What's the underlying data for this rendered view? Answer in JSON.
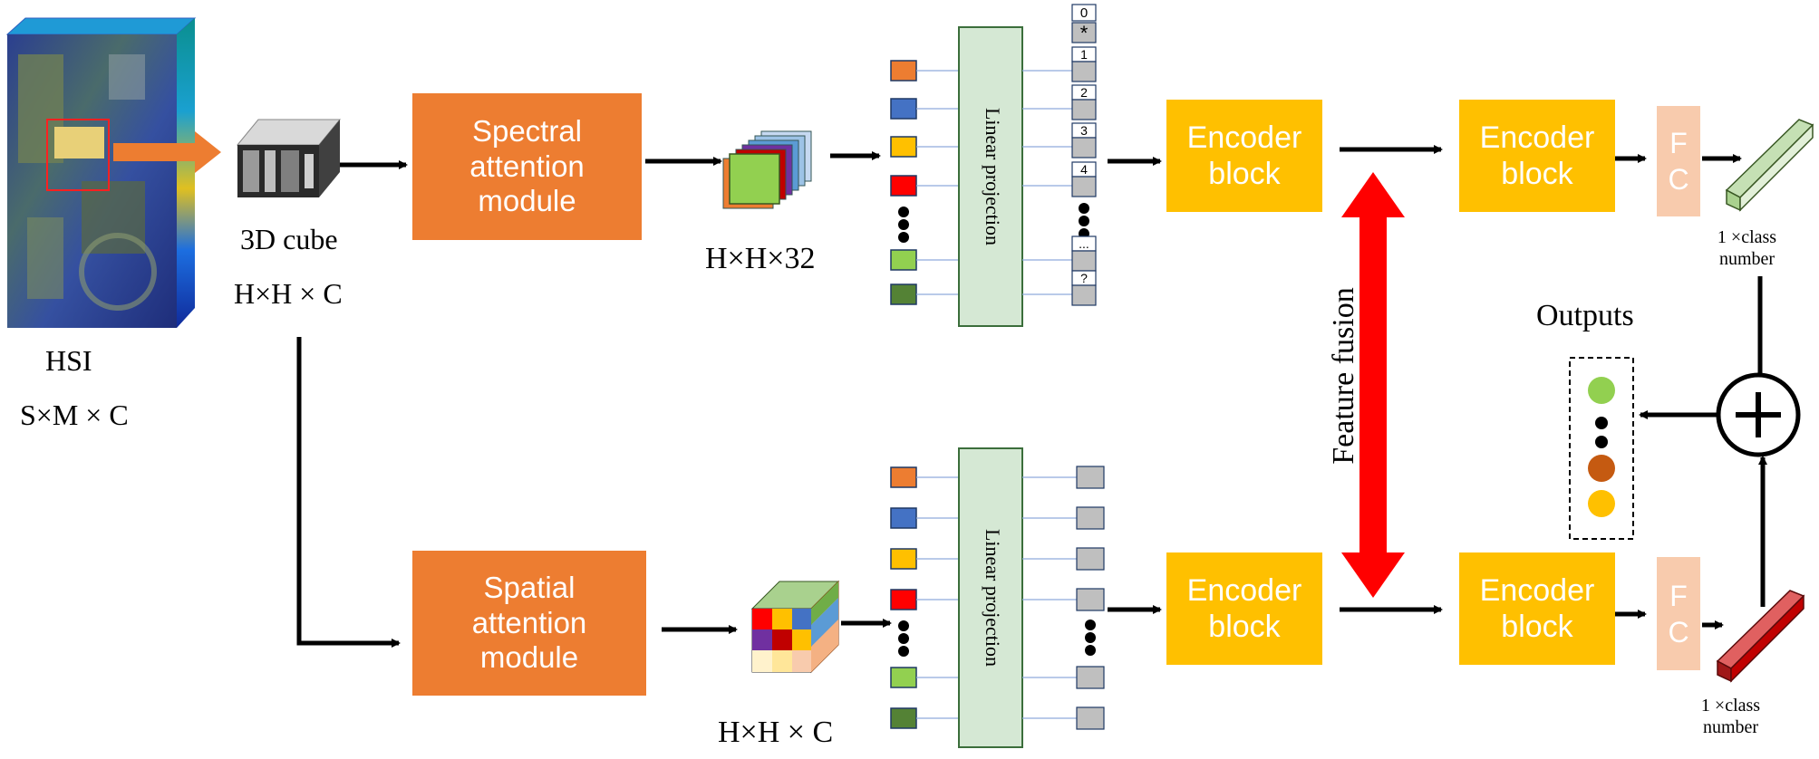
{
  "hsi": {
    "label": "HSI",
    "dims": "S×M × C"
  },
  "cube": {
    "label": "3D cube",
    "dims": "H×H × C"
  },
  "top_branch": {
    "module": "Spectral\nattention\nmodule",
    "feature_dims": "H×H×32",
    "projection": "Linear projection",
    "tokens": [
      "0",
      "*",
      "1",
      "2",
      "3",
      "4",
      "...",
      "?"
    ],
    "encoder": "Encoder\nblock",
    "encoder2": "Encoder\nblock",
    "fc": "F\nC",
    "output_label": "1 ×class\nnumber"
  },
  "bottom_branch": {
    "module": "Spatial\nattention\nmodule",
    "feature_dims": "H×H × C",
    "projection": "Linear projection",
    "encoder": "Encoder\nblock",
    "encoder2": "Encoder\nblock",
    "fc": "F\nC",
    "output_label": "1 ×class\nnumber"
  },
  "fusion": {
    "label": "Feature fusion"
  },
  "outputs": {
    "label": "Outputs",
    "dot_colors": [
      "#92D050",
      "#000000",
      "#000000",
      "#C55A11",
      "#FFC000"
    ]
  },
  "colors": {
    "orange": "#ED7D31",
    "yellow": "#FFC000",
    "fc": "#F8CBAD",
    "projection": "#D5E8D4",
    "fusion_arrow": "#FF0000",
    "token": "#BFBFBF"
  },
  "patch_colors": [
    "#ED7D31",
    "#4472C4",
    "#FFC000",
    "#FF0000",
    "#92D050",
    "#548235"
  ]
}
